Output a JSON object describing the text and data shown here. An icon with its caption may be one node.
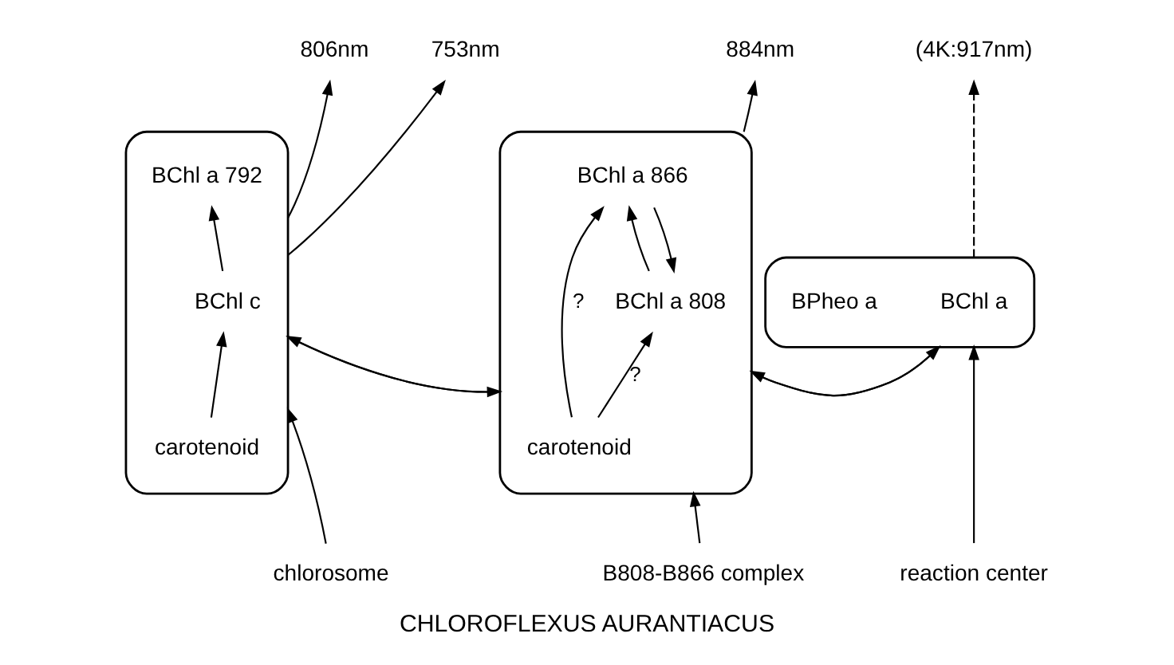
{
  "diagram": {
    "caption": "CHLOROFLEXUS AURANTIACUS",
    "nodes": [
      {
        "text": [],
        "shape": "box"
      },
      {
        "text": [
          "BChl c"
        ],
        "in": 0
      },
      {
        "text": [
          "BChl a 792"
        ],
        "in": 0
      },
      {
        "text": [
          "carotenoid"
        ],
        "in": 0
      },
      {
        "text": [],
        "shape": "box"
      },
      {
        "text": [
          "BChl a 808"
        ],
        "in": 4
      },
      {
        "text": [
          "BChl a 866"
        ],
        "in": 4
      },
      {
        "text": [
          "carotenoid"
        ],
        "in": 4
      },
      {
        "text": [],
        "shape": "box"
      },
      {
        "text": [
          "BChl a"
        ],
        "in": 8
      },
      {
        "text": [
          "BPheo a"
        ],
        "in": 8
      },
      {
        "text": [
          "753nm"
        ]
      },
      {
        "text": [
          "806nm"
        ]
      },
      {
        "text": [
          "884nm"
        ]
      },
      {
        "text": [
          "(4K:917nm)"
        ]
      },
      {
        "text": [
          "chlorosome"
        ]
      },
      {
        "text": [
          "B808-B866 complex"
        ]
      },
      {
        "text": [
          "reaction center"
        ]
      }
    ],
    "edges": [
      {
        "from": 3,
        "to": 1,
        "arrow": "to"
      },
      {
        "from": 1,
        "to": 2,
        "arrow": "to"
      },
      {
        "from": 7,
        "to": 5,
        "arrow": "to",
        "label": "?"
      },
      {
        "from": 7,
        "to": 6,
        "arrow": "to",
        "label": "?"
      },
      {
        "from": 5,
        "to": 6,
        "arrow": "to"
      },
      {
        "from": 6,
        "to": 5,
        "arrow": "to"
      },
      {
        "from": 0,
        "to": 11,
        "arrow": "to"
      },
      {
        "from": 0,
        "to": 12,
        "arrow": "to"
      },
      {
        "from": 4,
        "to": 13,
        "arrow": "to"
      },
      {
        "from": 8,
        "to": 14,
        "arrow": "to",
        "style": "dashed"
      },
      {
        "from": 15,
        "to": 0,
        "arrow": "to"
      },
      {
        "from": 16,
        "to": 4,
        "arrow": "to"
      },
      {
        "from": 17,
        "to": 8,
        "arrow": "to"
      },
      {
        "from": 0,
        "to": 4,
        "arrow": "to"
      },
      {
        "from": 4,
        "to": 0,
        "arrow": "to"
      },
      {
        "from": 4,
        "to": 8,
        "arrow": "to"
      },
      {
        "from": 8,
        "to": 4,
        "arrow": "to"
      }
    ]
  }
}
